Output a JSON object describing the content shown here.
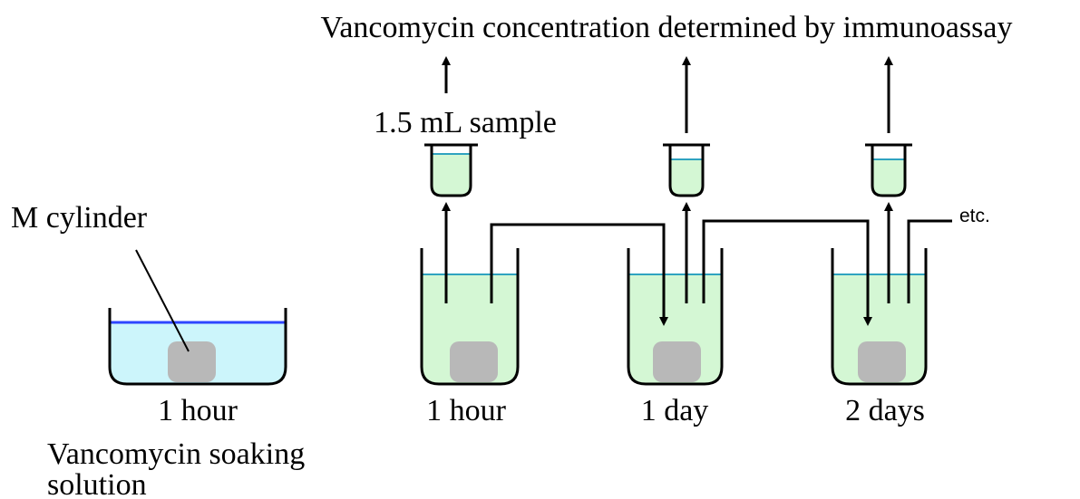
{
  "title": "Vancomycin concentration determined by immunoassay",
  "sample_label": "1.5 mL sample",
  "cylinder_label": "M cylinder",
  "soak_time_label": "1 hour",
  "soak_solution_label": [
    "Vancomycin soaking",
    "solution"
  ],
  "time_labels": [
    "1 hour",
    "1 day",
    "2 days"
  ],
  "etc_label": "etc.",
  "colors": {
    "soak_liquid": "#ccf5fb",
    "soak_surface": "#2e45ff",
    "release_liquid": "#d4f7d4",
    "release_surface": "#2fa3c0",
    "cylinder": "#b8b8b8",
    "line": "#000000"
  }
}
